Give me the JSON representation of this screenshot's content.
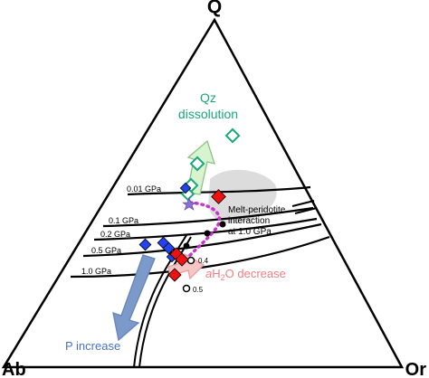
{
  "vertices": {
    "top": "Q",
    "left": "Ab",
    "right": "Or"
  },
  "pressures": [
    "0.01 GPa",
    "0.1 GPa",
    "0.2 GPa",
    "0.5 GPa",
    "1.0 GPa"
  ],
  "annotations": {
    "qz_line1": "Qz",
    "qz_line2": "dissolution",
    "melt_line1": "Melt-peridotite",
    "melt_line2": "interaction",
    "melt_line3": "at 1.0 GPa",
    "ah2o_a": "a",
    "ah2o_h": "H",
    "ah2o_sub": "2",
    "ah2o_rest": "O decrease",
    "p_increase": "P increase",
    "small_04": "0.4",
    "small_05": "0.5"
  },
  "colors": {
    "qz": "#1aa77a",
    "arrow_green": "#d8f3d0",
    "arrow_blue": "#7b99c9",
    "arrow_pink": "#f6c6c6",
    "ah2o_text": "#f08080",
    "p_text": "#4a73c0",
    "melt_path": "#cc33cc",
    "red_marker": "#ee1111",
    "blue_marker": "#2244ee",
    "shade": "#dcdcdc"
  }
}
